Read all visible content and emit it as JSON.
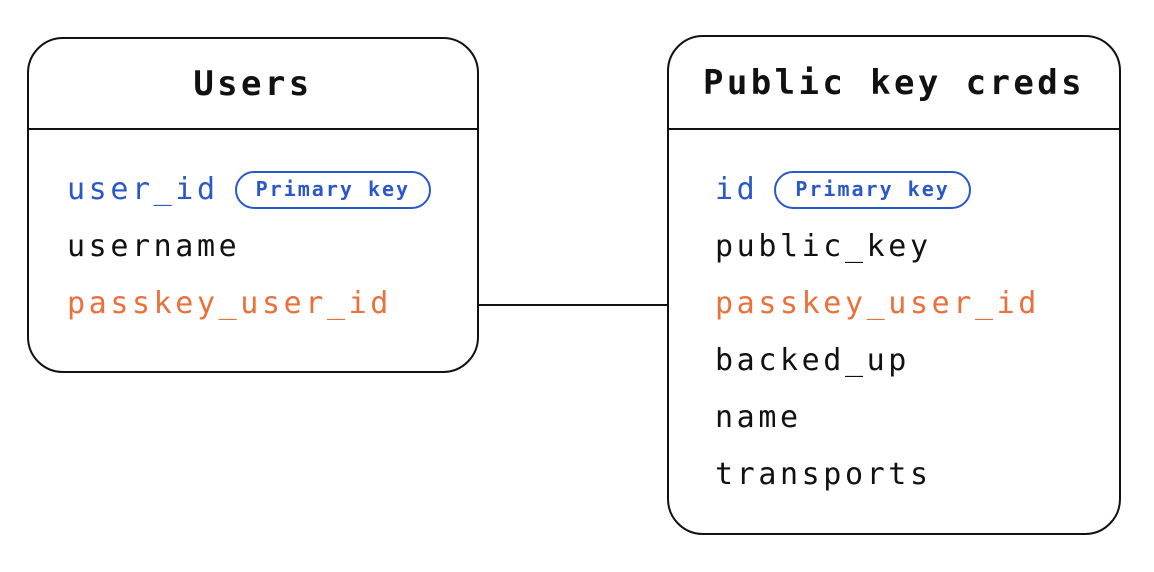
{
  "diagram": {
    "background": "#ffffff",
    "colors": {
      "border_and_text": "#111111",
      "primary_key_accent": "#2b58c8",
      "foreign_key_accent": "#e8713c"
    },
    "tables": [
      {
        "title": "Users",
        "fields": [
          {
            "name": "user_id",
            "role": "primary-key",
            "badge": "Primary key"
          },
          {
            "name": "username",
            "role": "regular"
          },
          {
            "name": "passkey_user_id",
            "role": "foreign-key"
          }
        ]
      },
      {
        "title": "Public key creds",
        "fields": [
          {
            "name": "id",
            "role": "primary-key",
            "badge": "Primary key"
          },
          {
            "name": "public_key",
            "role": "regular"
          },
          {
            "name": "passkey_user_id",
            "role": "foreign-key"
          },
          {
            "name": "backed_up",
            "role": "regular"
          },
          {
            "name": "name",
            "role": "regular"
          },
          {
            "name": "transports",
            "role": "regular"
          }
        ]
      }
    ],
    "relationship": {
      "from_table": "Users",
      "from_field": "passkey_user_id",
      "to_table": "Public key creds",
      "to_field": "passkey_user_id"
    }
  }
}
